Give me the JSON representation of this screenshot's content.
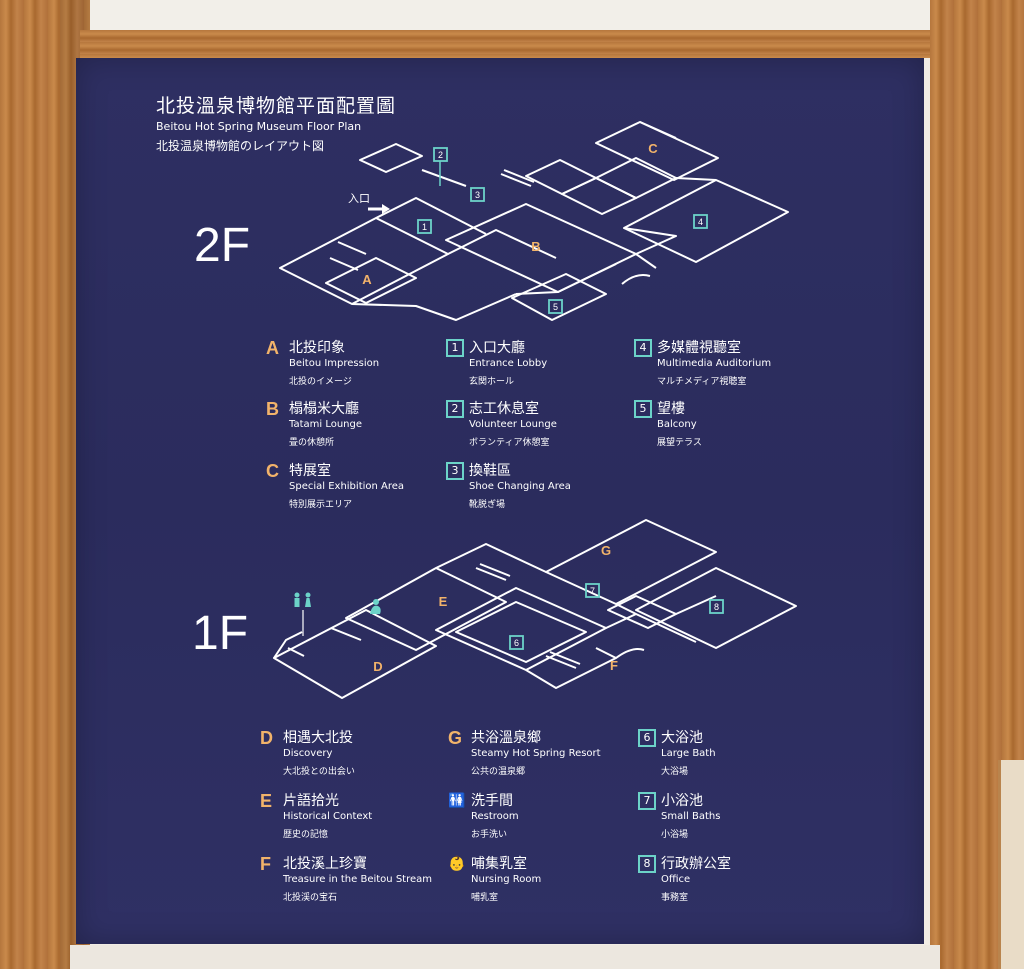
{
  "title": {
    "zh": "北投溫泉博物館平面配置圖",
    "en": "Beitou Hot Spring Museum Floor Plan",
    "jp": "北投温泉博物館のレイアウト図"
  },
  "floors": {
    "second": "2F",
    "first": "1F"
  },
  "map_labels": {
    "entrance": "入口",
    "A": "A",
    "B": "B",
    "C": "C",
    "D": "D",
    "E": "E",
    "F": "F",
    "G": "G",
    "n1": "1",
    "n2": "2",
    "n3": "3",
    "n4": "4",
    "n5": "5",
    "n6": "6",
    "n7": "7",
    "n8": "8"
  },
  "legend_2f": [
    {
      "marker": "A",
      "type": "letter",
      "zh": "北投印象",
      "en": "Beitou Impression",
      "jp": "北投のイメージ"
    },
    {
      "marker": "B",
      "type": "letter",
      "zh": "榻榻米大廳",
      "en": "Tatami Lounge",
      "jp": "畳の休憩所"
    },
    {
      "marker": "C",
      "type": "letter",
      "zh": "特展室",
      "en": "Special Exhibition Area",
      "jp": "特別展示エリア"
    },
    {
      "marker": "1",
      "type": "num",
      "zh": "入口大廳",
      "en": "Entrance Lobby",
      "jp": "玄関ホール"
    },
    {
      "marker": "2",
      "type": "num",
      "zh": "志工休息室",
      "en": "Volunteer Lounge",
      "jp": "ボランティア休憩室"
    },
    {
      "marker": "3",
      "type": "num",
      "zh": "換鞋區",
      "en": "Shoe Changing Area",
      "jp": "靴脱ぎ場"
    },
    {
      "marker": "4",
      "type": "num",
      "zh": "多媒體視聽室",
      "en": "Multimedia Auditorium",
      "jp": "マルチメディア視聴室"
    },
    {
      "marker": "5",
      "type": "num",
      "zh": "望樓",
      "en": "Balcony",
      "jp": "展望テラス"
    }
  ],
  "legend_1f": [
    {
      "marker": "D",
      "type": "letter",
      "zh": "相遇大北投",
      "en": "Discovery",
      "jp": "大北投との出会い"
    },
    {
      "marker": "E",
      "type": "letter",
      "zh": "片語拾光",
      "en": "Historical Context",
      "jp": "歴史の記憶"
    },
    {
      "marker": "F",
      "type": "letter",
      "zh": "北投溪上珍寶",
      "en": "Treasure in the Beitou Stream",
      "jp": "北投渓の宝石"
    },
    {
      "marker": "G",
      "type": "letter",
      "zh": "共浴溫泉鄉",
      "en": "Steamy Hot Spring Resort",
      "jp": "公共の温泉郷"
    },
    {
      "marker": "restroom-icon",
      "type": "icon",
      "zh": "洗手間",
      "en": "Restroom",
      "jp": "お手洗い"
    },
    {
      "marker": "nursing-icon",
      "type": "icon",
      "zh": "哺集乳室",
      "en": "Nursing Room",
      "jp": "哺乳室"
    },
    {
      "marker": "6",
      "type": "num",
      "zh": "大浴池",
      "en": "Large Bath",
      "jp": "大浴場"
    },
    {
      "marker": "7",
      "type": "num",
      "zh": "小浴池",
      "en": "Small Baths",
      "jp": "小浴場"
    },
    {
      "marker": "8",
      "type": "num",
      "zh": "行政辦公室",
      "en": "Office",
      "jp": "事務室"
    }
  ],
  "colors": {
    "board": "#2d2e60",
    "letter": "#f2b36a",
    "number_box": "#6cd3c8",
    "line": "#ffffff"
  }
}
